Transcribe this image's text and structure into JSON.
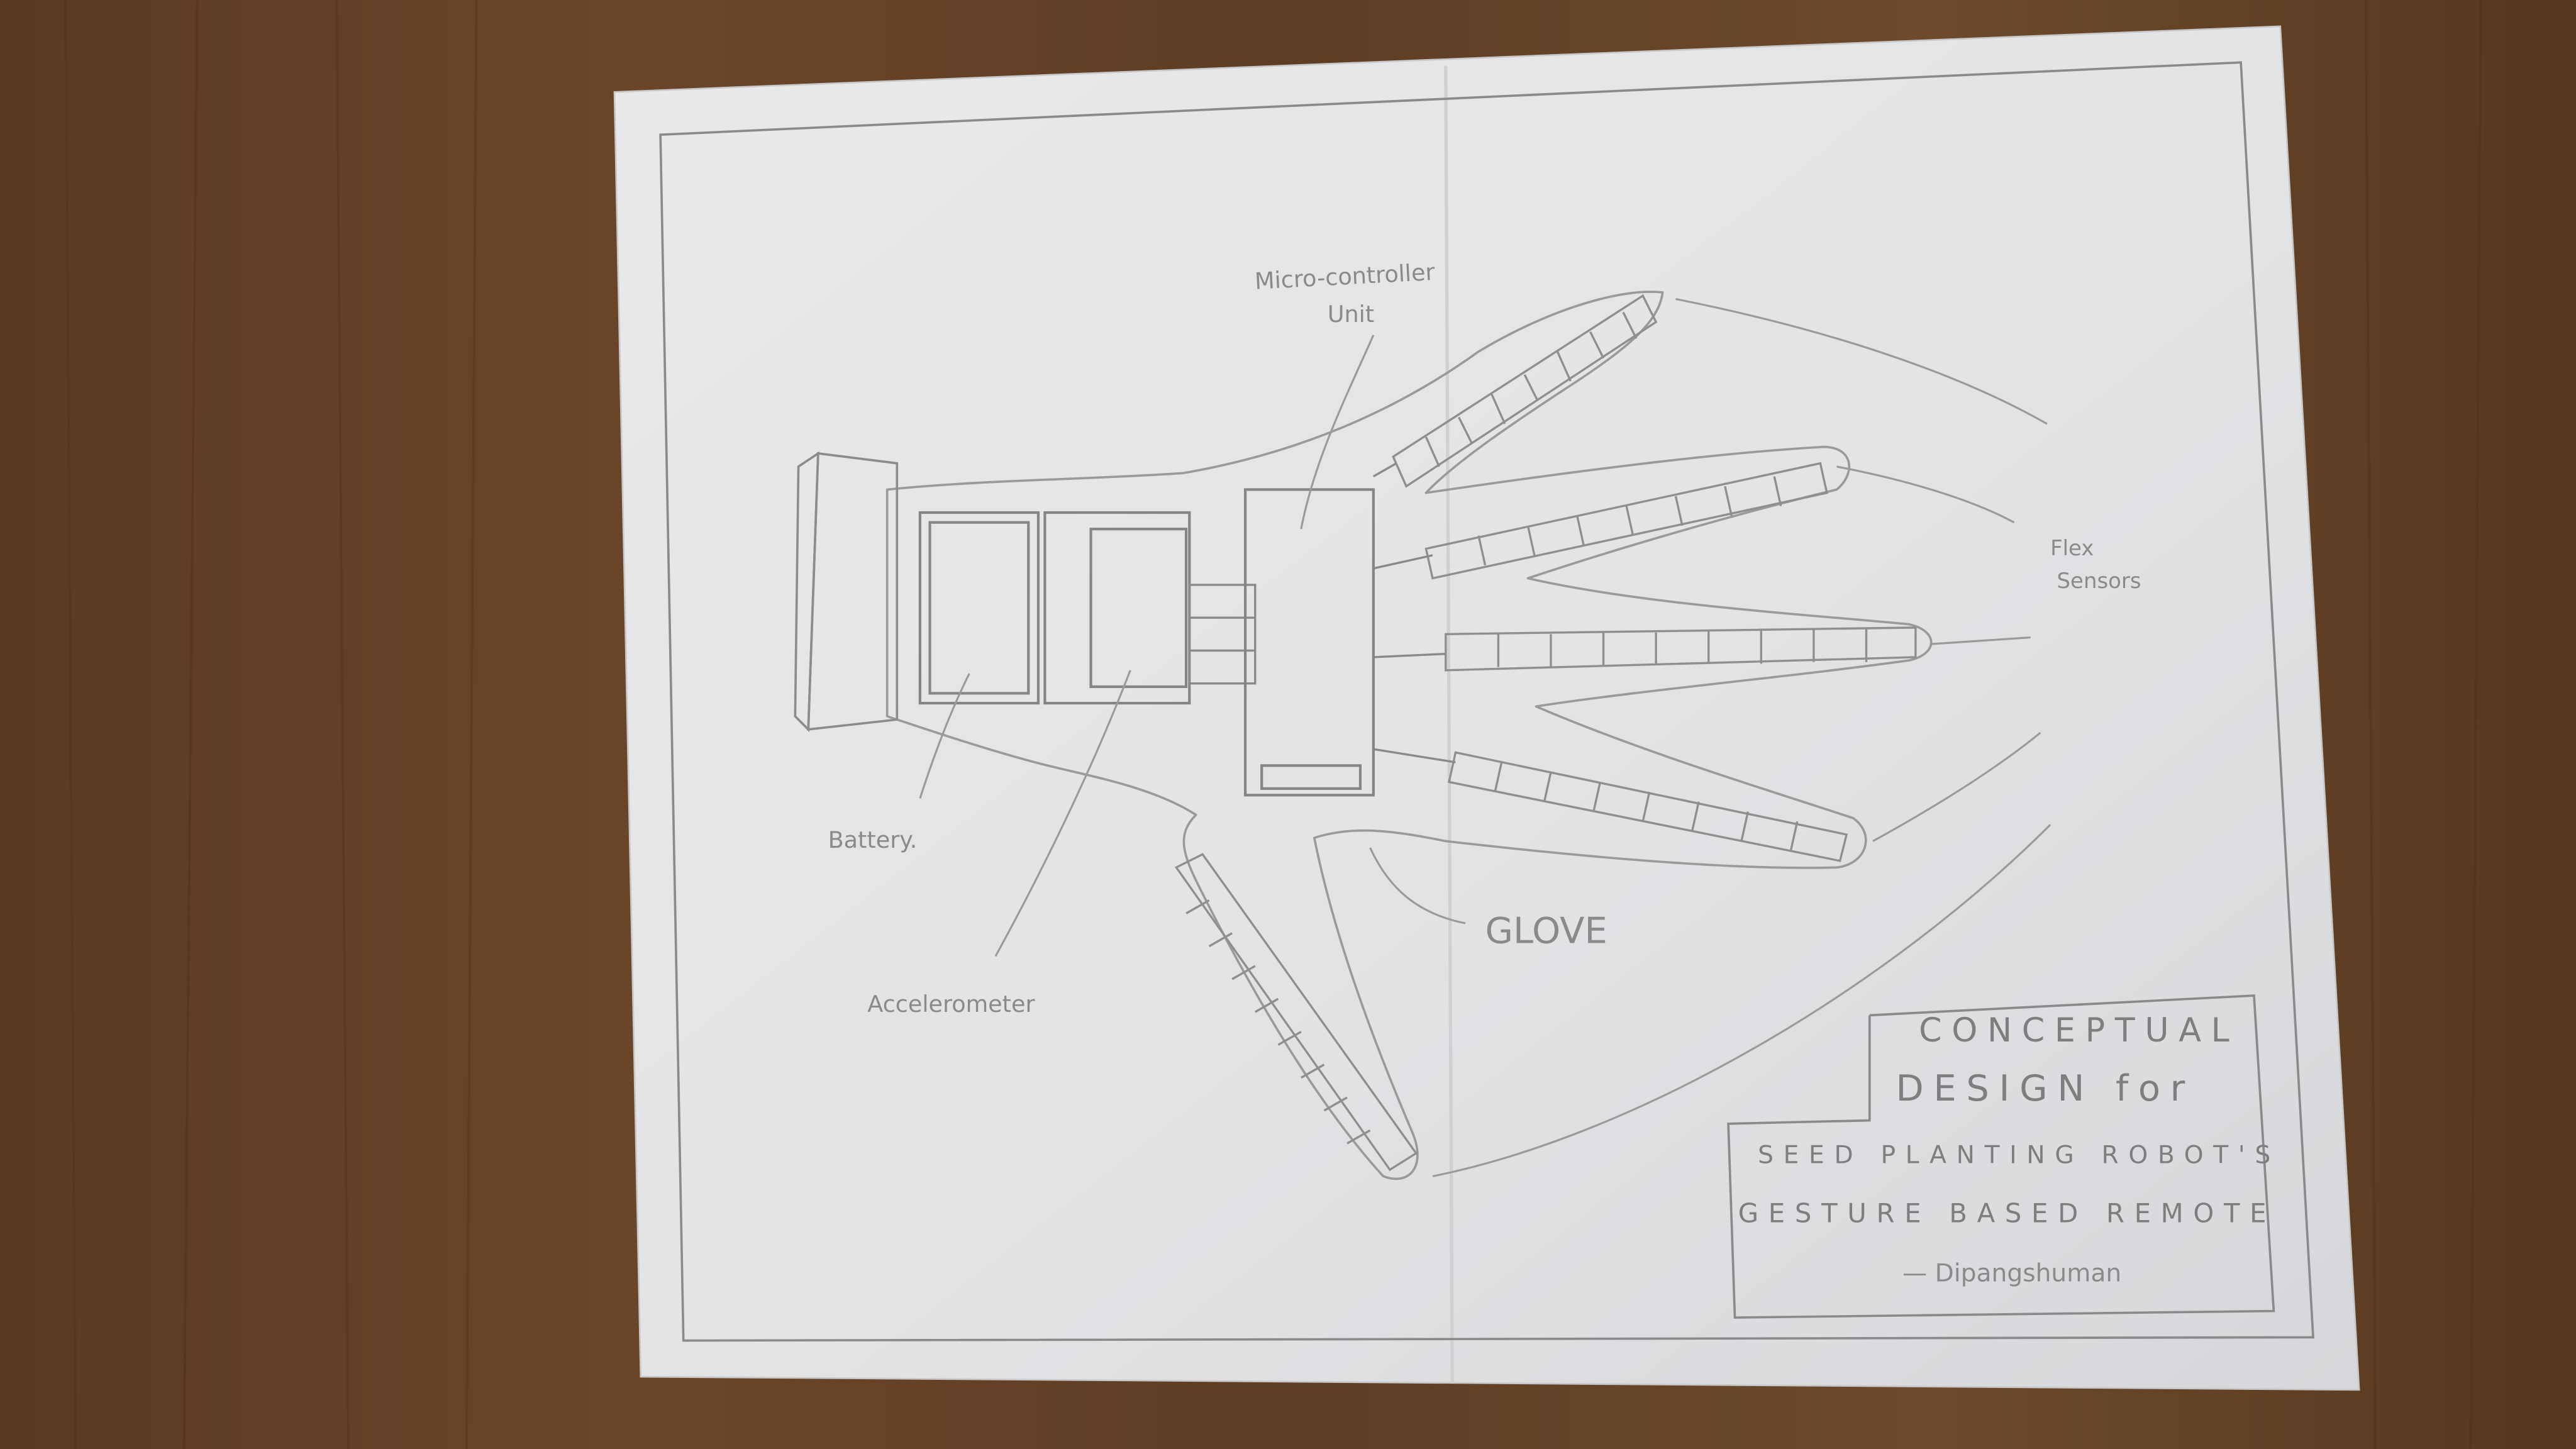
{
  "diagram": {
    "labels": {
      "mcu": [
        "Micro-controller",
        "Unit"
      ],
      "flex": [
        "Flex",
        "Sensors"
      ],
      "battery": "Battery.",
      "accelerometer": "Accelerometer",
      "glove": "GLOVE"
    },
    "title_block": {
      "line1": "CONCEPTUAL",
      "line2": "DESIGN for",
      "line3": "SEED PLANTING ROBOT'S",
      "line4": "GESTURE BASED REMOTE",
      "author": "— Dipangshuman"
    }
  }
}
